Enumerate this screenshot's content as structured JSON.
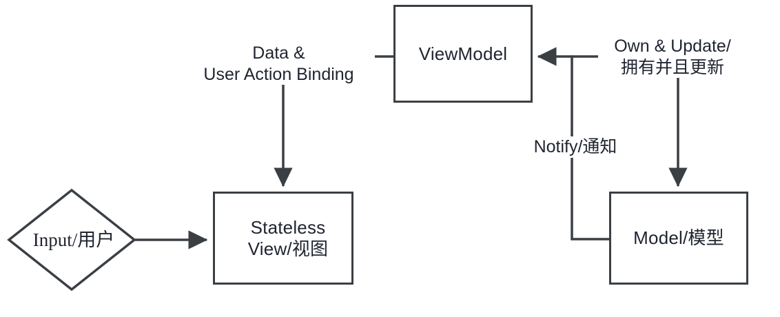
{
  "diagram": {
    "title": "MVVM data flow diagram",
    "stroke_color": "#3a3f44",
    "text_color": "#1f2430",
    "background": "#ffffff",
    "nodes": [
      {
        "id": "input",
        "shape": "diamond",
        "label": "Input/用户"
      },
      {
        "id": "view",
        "shape": "rectangle",
        "label": "Stateless\nView/视图"
      },
      {
        "id": "viewmodel",
        "shape": "rectangle",
        "label": "ViewModel"
      },
      {
        "id": "model",
        "shape": "rectangle",
        "label": "Model/模型"
      }
    ],
    "edges": [
      {
        "id": "input-to-view",
        "from": "input",
        "to": "view",
        "label": ""
      },
      {
        "id": "viewmodel-to-view",
        "from": "viewmodel",
        "to": "view",
        "label": "Data &\nUser Action Binding"
      },
      {
        "id": "viewmodel-to-model",
        "from": "viewmodel",
        "to": "model",
        "label": "Own & Update/\n拥有并且更新"
      },
      {
        "id": "model-to-viewmodel",
        "from": "model",
        "to": "viewmodel",
        "label": "Notify/通知"
      }
    ]
  }
}
